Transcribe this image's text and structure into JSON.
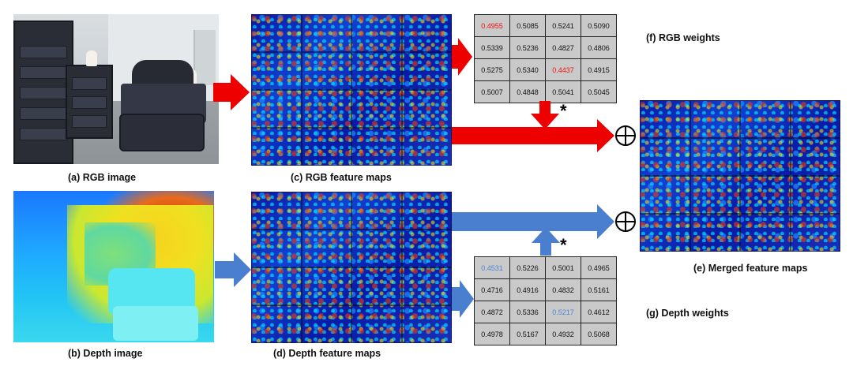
{
  "captions": {
    "rgb_image": "(a) RGB image",
    "depth_image": "(b) Depth image",
    "rgb_feature_maps": "(c) RGB feature maps",
    "depth_feature_maps": "(d) Depth feature maps",
    "merged_feature_maps": "(e) Merged feature maps",
    "rgb_weights": "(f) RGB weights",
    "depth_weights": "(g) Depth weights"
  },
  "operators": {
    "multiply": "*"
  },
  "rgb_weights": [
    [
      "0.4955",
      "0.5085",
      "0.5241",
      "0.5090"
    ],
    [
      "0.5339",
      "0.5236",
      "0.4827",
      "0.4806"
    ],
    [
      "0.5275",
      "0.5340",
      "0.4437",
      "0.4915"
    ],
    [
      "0.5007",
      "0.4848",
      "0.5041",
      "0.5045"
    ]
  ],
  "depth_weights": [
    [
      "0.4531",
      "0.5226",
      "0.5001",
      "0.4965"
    ],
    [
      "0.4716",
      "0.4916",
      "0.4832",
      "0.5161"
    ],
    [
      "0.4872",
      "0.5336",
      "0.5217",
      "0.4612"
    ],
    [
      "0.4978",
      "0.5167",
      "0.4932",
      "0.5068"
    ]
  ],
  "highlights": {
    "rgb": [
      [
        0,
        0
      ],
      [
        2,
        2
      ]
    ],
    "depth": [
      [
        0,
        0
      ],
      [
        2,
        2
      ]
    ]
  },
  "colors": {
    "rgb_arrow": "#ee0000",
    "depth_arrow": "#4a7fd0",
    "rgb_highlight": "#ee1111",
    "depth_highlight": "#4a86d8"
  }
}
